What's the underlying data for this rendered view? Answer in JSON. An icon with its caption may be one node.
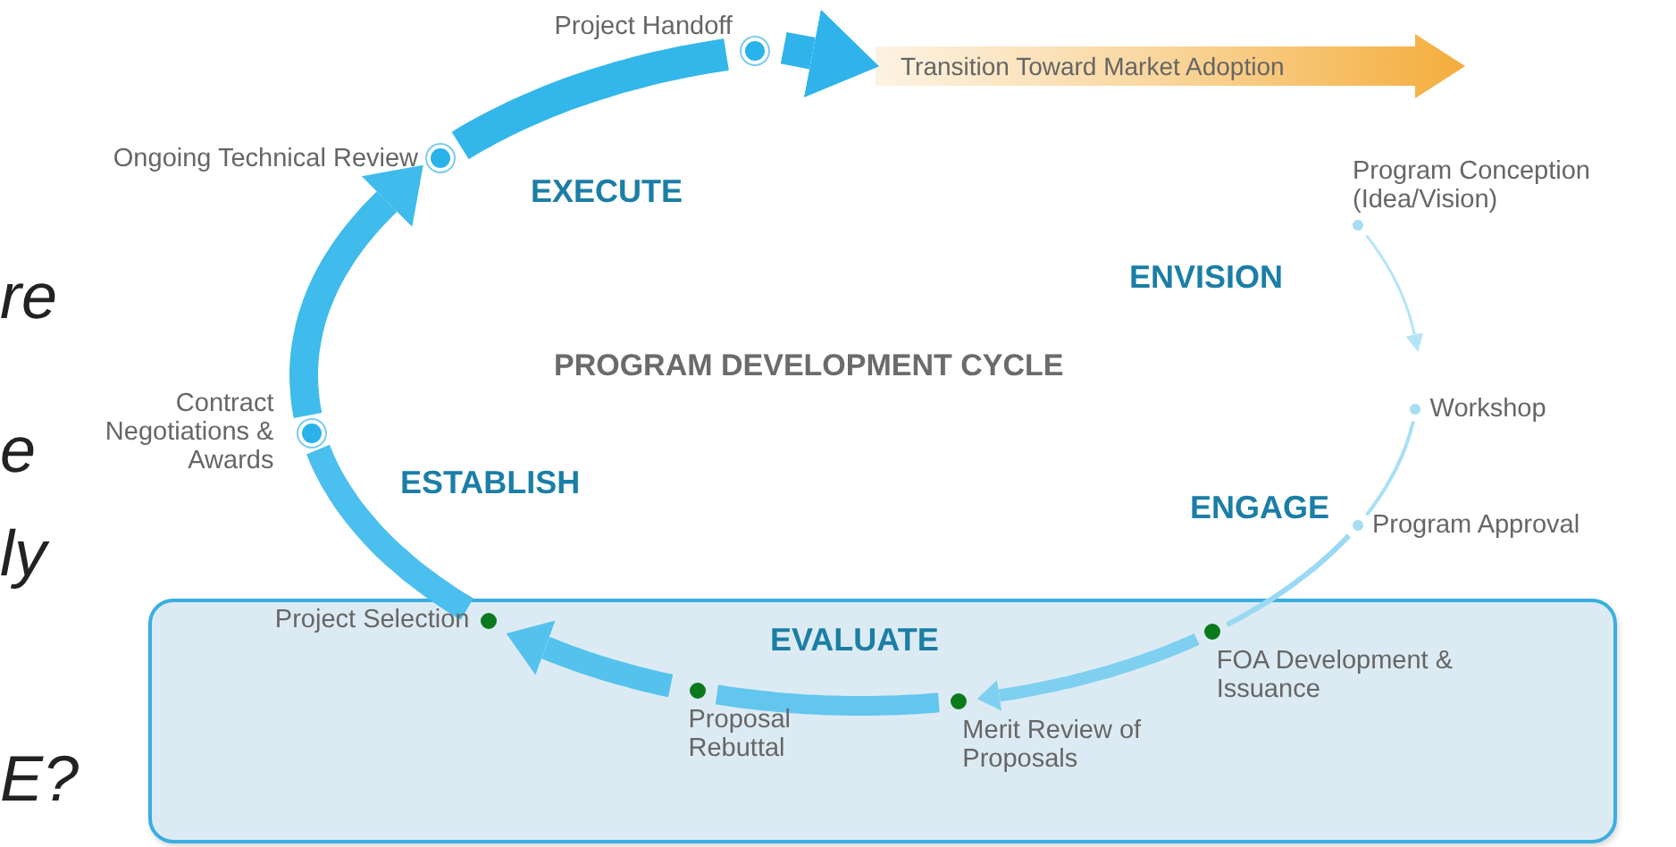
{
  "diagram": {
    "title": "PROGRAM DEVELOPMENT CYCLE",
    "nodes": [
      {
        "text": [
          "Project Handoff"
        ]
      },
      {
        "text": [
          "Transition Toward Market Adoption"
        ]
      },
      {
        "text": [
          "Ongoing Technical Review"
        ]
      },
      {
        "text": [
          "Program Conception (Idea/Vision)"
        ]
      },
      {
        "text": [
          "Workshop"
        ]
      },
      {
        "text": [
          "Contract Negotiations & Awards"
        ]
      },
      {
        "text": [
          "Program Approval"
        ]
      },
      {
        "text": [],
        "shape": "box"
      },
      {
        "text": [
          "Project Selection"
        ],
        "in": 7
      },
      {
        "text": [
          "FOA Development & Issuance"
        ],
        "in": 7
      },
      {
        "text": [
          "Proposal Rebuttal"
        ],
        "in": 7
      },
      {
        "text": [
          "Merit Review of Proposals"
        ],
        "in": 7
      }
    ],
    "edges": [
      {
        "from": 3,
        "to": 4,
        "arrow": "to",
        "color": "#b5e4f6"
      },
      {
        "from": 4,
        "to": 6,
        "arrow": "none",
        "color": "#a8e0f5"
      },
      {
        "from": 6,
        "to": 9,
        "arrow": "none",
        "color": "#9ad9f3"
      },
      {
        "from": 9,
        "to": 11,
        "arrow": "to",
        "color": "#7fd0f0"
      },
      {
        "from": 11,
        "to": 10,
        "arrow": "none",
        "color": "#62c6ee"
      },
      {
        "from": 10,
        "to": 8,
        "arrow": "to",
        "color": "#55c2ee"
      },
      {
        "from": 8,
        "to": 5,
        "arrow": "none",
        "color": "#4bbfee"
      },
      {
        "from": 5,
        "to": 2,
        "arrow": "to",
        "color": "#3fbbec"
      },
      {
        "from": 2,
        "to": 0,
        "arrow": "none",
        "color": "#33b6ea"
      },
      {
        "from": 0,
        "to": 1,
        "arrow": "to",
        "color": "#2fb3ea"
      }
    ],
    "labels": [
      "EXECUTE",
      "ENVISION",
      "re",
      "e",
      "ESTABLISH",
      "ENGAGE",
      "ly",
      "EVALUATE",
      "E?"
    ]
  }
}
